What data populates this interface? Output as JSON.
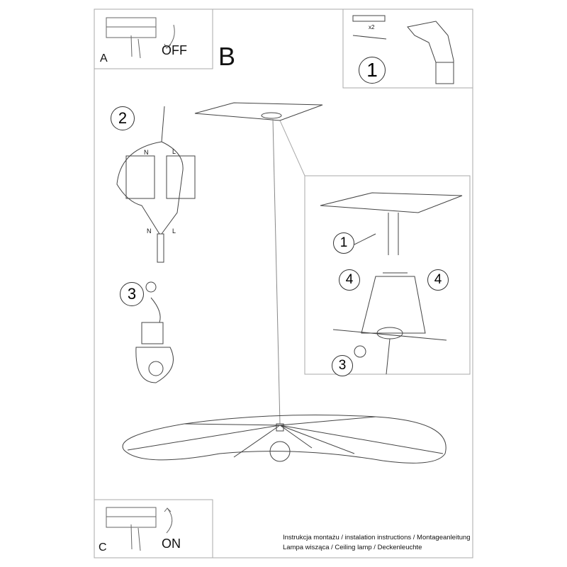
{
  "panel_a": {
    "letter": "A",
    "action": "OFF"
  },
  "panel_b": {
    "letter": "B"
  },
  "panel_c": {
    "letter": "C",
    "action": "ON"
  },
  "tools": {
    "step": "1",
    "quantity": "x2"
  },
  "wiring": {
    "step": "2",
    "neutral": "N",
    "live": "L"
  },
  "ground": {
    "step": "3"
  },
  "detail": {
    "step_mount": "1",
    "step_cover_left": "4",
    "step_cover_right": "4",
    "step_ground": "3"
  },
  "footer": {
    "line1": "Instrukcja montażu / instalation instructions / Montageanleitung",
    "line2": "Lampa wisząca / Ceiling lamp / Deckenleuchte"
  }
}
